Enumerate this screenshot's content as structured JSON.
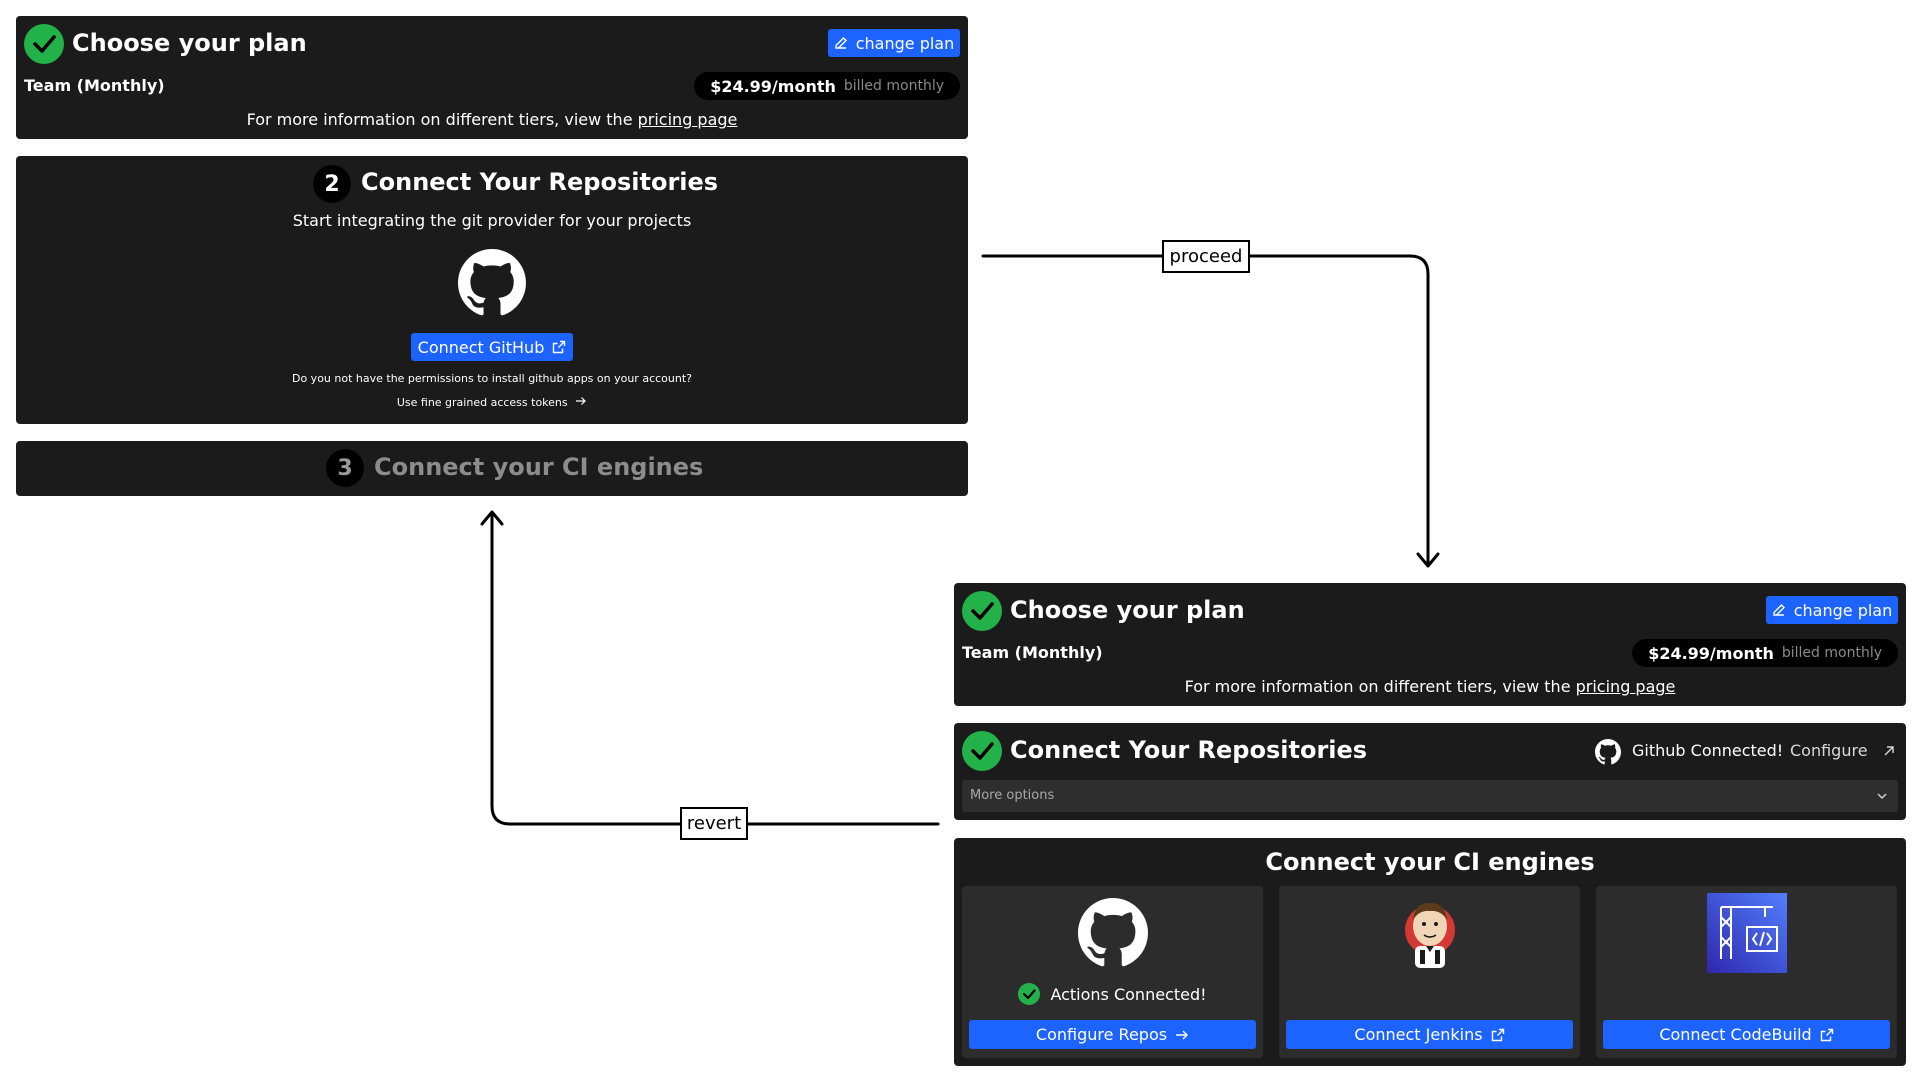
{
  "before": {
    "plan": {
      "title": "Choose your plan",
      "change_plan_label": "change plan",
      "plan_name": "Team (Monthly)",
      "price": "$24.99/month",
      "billing": "billed monthly",
      "info_text": "For more information on different tiers, view the ",
      "info_link": "pricing page"
    },
    "repos": {
      "step_number": "2",
      "title": "Connect Your Repositories",
      "subtitle": "Start integrating the git provider for your projects",
      "connect_github_label": "Connect GitHub",
      "permissions_text": "Do you not have the permissions to install github apps on your account?",
      "tokens_link": "Use fine grained access tokens"
    },
    "ci": {
      "step_number": "3",
      "title": "Connect your CI engines"
    }
  },
  "edges": {
    "proceed": "proceed",
    "revert": "revert"
  },
  "after": {
    "plan": {
      "title": "Choose your plan",
      "change_plan_label": "change plan",
      "plan_name": "Team (Monthly)",
      "price": "$24.99/month",
      "billing": "billed monthly",
      "info_text": "For more information on different tiers, view the ",
      "info_link": "pricing page"
    },
    "repos": {
      "title": "Connect Your Repositories",
      "connected_text": "Github Connected!",
      "configure_label": "Configure",
      "more_options": "More options"
    },
    "ci": {
      "title": "Connect your CI engines",
      "cards": [
        {
          "status": "Actions Connected!",
          "button": "Configure Repos",
          "icon": "github-icon"
        },
        {
          "button": "Connect Jenkins",
          "icon": "jenkins-icon"
        },
        {
          "button": "Connect CodeBuild",
          "icon": "codebuild-icon"
        }
      ]
    }
  },
  "colors": {
    "panel": "#1b1b1b",
    "accent": "#1c63ff",
    "success": "#23b24a"
  }
}
